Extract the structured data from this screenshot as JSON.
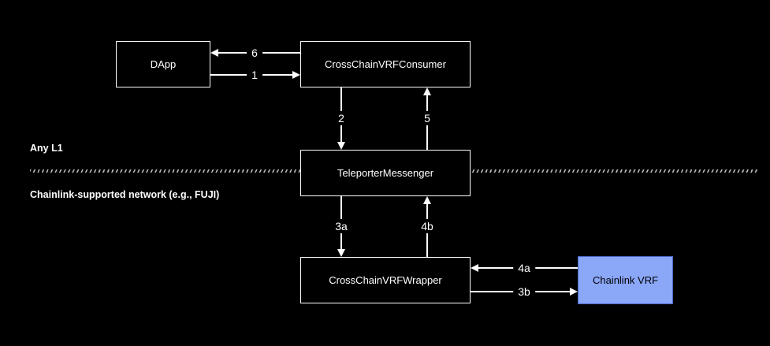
{
  "diagram": {
    "nodes": {
      "dapp": "DApp",
      "consumer": "CrossChainVRFConsumer",
      "teleporter": "TeleporterMessenger",
      "wrapper": "CrossChainVRFWrapper",
      "chainlink_vrf": "Chainlink VRF"
    },
    "edges": {
      "e1": "1",
      "e2": "2",
      "e3a": "3a",
      "e3b": "3b",
      "e4a": "4a",
      "e4b": "4b",
      "e5": "5",
      "e6": "6"
    },
    "regions": {
      "top": "Any L1",
      "bottom": "Chainlink-supported network (e.g., FUJI)"
    },
    "colors": {
      "background": "#000000",
      "node_border": "#ffffff",
      "node_fill": "#000000",
      "node_text": "#ffffff",
      "arrow": "#ffffff",
      "chainlink_fill": "#8aa7f8",
      "chainlink_border": "#4a67cc",
      "chainlink_text": "#000000",
      "divider": "#b8b8b8"
    }
  }
}
